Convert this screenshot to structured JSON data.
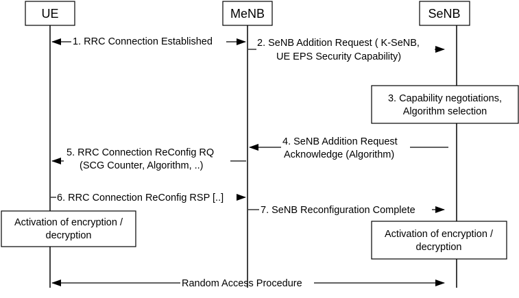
{
  "entities": [
    {
      "id": "ue",
      "label": "UE"
    },
    {
      "id": "menb",
      "label": "MeNB"
    },
    {
      "id": "senb",
      "label": "SeNB"
    }
  ],
  "messages": [
    {
      "step": "m1",
      "line1": "1. RRC Connection Established",
      "line2": ""
    },
    {
      "step": "m2",
      "line1": "2. SeNB Addition Request ( K-SeNB,",
      "line2": "UE EPS Security Capability)"
    },
    {
      "step": "m4",
      "line1": "4. SeNB Addition Request",
      "line2": "Acknowledge  (Algorithm)"
    },
    {
      "step": "m5",
      "line1": "5. RRC Connection ReConfig RQ",
      "line2": "(SCG Counter, Algorithm, ..)"
    },
    {
      "step": "m6",
      "line1": "6. RRC Connection ReConfig RSP [..]",
      "line2": ""
    },
    {
      "step": "m7",
      "line1": "7. SeNB Reconfiguration Complete",
      "line2": ""
    },
    {
      "step": "m8",
      "line1": "Random Access Procedure",
      "line2": ""
    }
  ],
  "boxes": [
    {
      "id": "b3",
      "line1": "3. Capability negotiations,",
      "line2": "Algorithm selection"
    },
    {
      "id": "b_ue",
      "line1": "Activation of encryption /",
      "line2": "decryption"
    },
    {
      "id": "b_senb",
      "line1": "Activation of encryption /",
      "line2": "decryption"
    }
  ]
}
